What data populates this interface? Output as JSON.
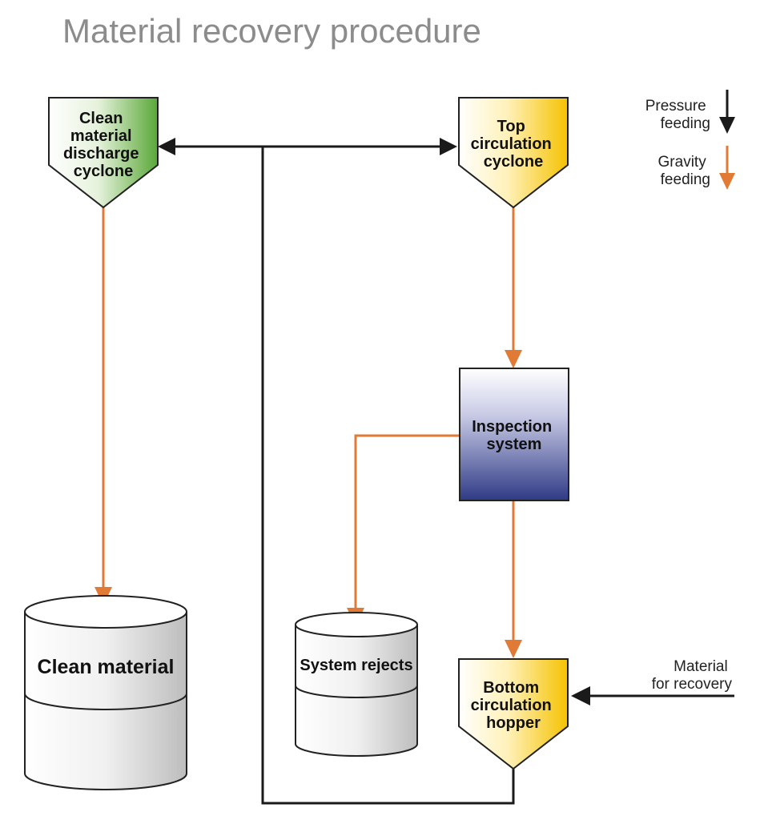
{
  "title": "Material recovery procedure",
  "nodes": {
    "clean_cyclone": [
      "Clean",
      "material",
      "discharge",
      "cyclone"
    ],
    "top_cyclone": [
      "Top",
      "circulation",
      "cyclone"
    ],
    "inspection": [
      "Inspection",
      "system"
    ],
    "bottom_hopper": [
      "Bottom",
      "circulation",
      "hopper"
    ],
    "clean_material": "Clean material",
    "system_rejects": "System rejects"
  },
  "legend": {
    "pressure": [
      "Pressure",
      "feeding"
    ],
    "gravity": [
      "Gravity",
      "feeding"
    ]
  },
  "input_label": [
    "Material",
    "for recovery"
  ],
  "colors": {
    "pressure_arrow": "#1a1a1a",
    "gravity_arrow": "#e07a35",
    "green_cyclone": "#5aa838",
    "yellow_cyclone": "#f5c200",
    "inspection_blue": "#2f3a85",
    "title_gray": "#8c8c8c"
  }
}
